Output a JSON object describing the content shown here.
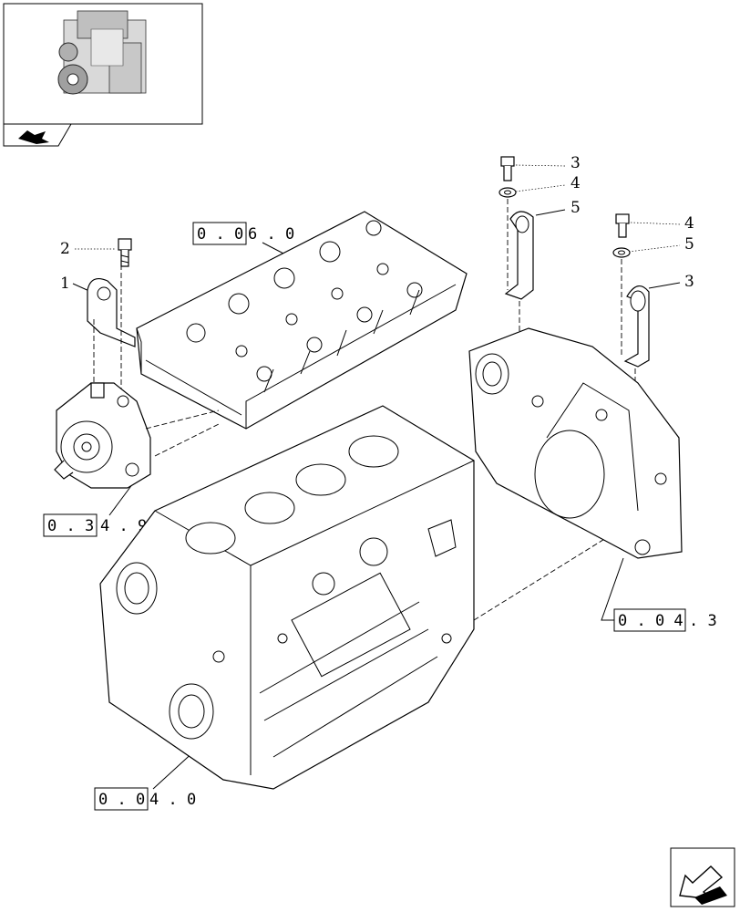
{
  "diagram": {
    "callouts": [
      "1",
      "2",
      "3",
      "4",
      "5",
      "4",
      "5",
      "3"
    ],
    "references": [
      {
        "boxed": "0 . 0",
        "rest": "6 . 0"
      },
      {
        "boxed": "0 . 3",
        "rest": "4 . 9"
      },
      {
        "boxed": "0 . 0 4",
        "rest": ". 3"
      },
      {
        "boxed": "0 . 0",
        "rest": "4 . 0"
      }
    ]
  },
  "icons": {
    "thumbnail": "engine-thumbnail-icon",
    "section_arrow": "section-arrow-icon",
    "next_page": "next-page-arrow-icon"
  }
}
